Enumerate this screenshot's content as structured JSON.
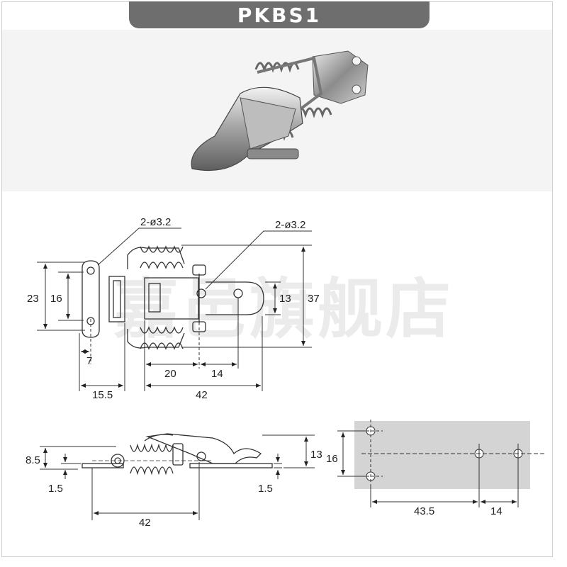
{
  "header": {
    "model": "PKBS1"
  },
  "watermark": "嘉邑旗舰店",
  "top_view": {
    "hole_callout_left": "2-ø3.2",
    "hole_callout_right": "2-ø3.2",
    "dim_23": "23",
    "dim_16": "16",
    "dim_13": "13",
    "dim_37": "37",
    "dim_7": "7",
    "dim_15_5": "15.5",
    "dim_20": "20",
    "dim_14": "14",
    "dim_42": "42"
  },
  "side_view": {
    "dim_8_5": "8.5",
    "dim_1_5_left": "1.5",
    "dim_1_5_right": "1.5",
    "dim_13": "13",
    "dim_42": "42"
  },
  "hole_pattern": {
    "dim_16": "16",
    "dim_43_5": "43.5",
    "dim_14": "14"
  },
  "colors": {
    "header_bg": "#6e6e6e",
    "photo_bg": "#f4f4f4",
    "plate_bg": "#d4d4d4",
    "line": "#333333"
  }
}
